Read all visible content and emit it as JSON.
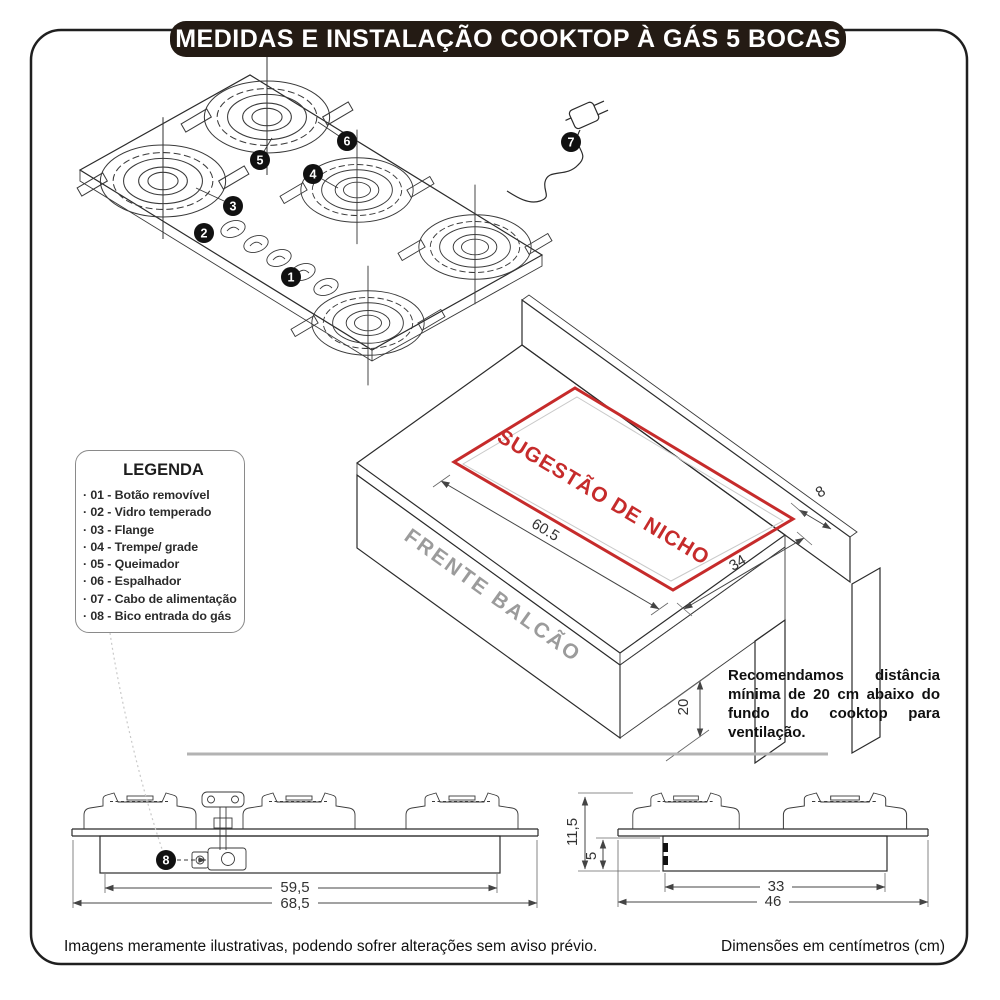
{
  "title": "MEDIDAS E INSTALAÇÃO COOKTOP À GÁS 5 BOCAS",
  "legend": {
    "title": "LEGENDA",
    "items": [
      "· 01 - Botão removível",
      "· 02 - Vidro temperado",
      "· 03 - Flange",
      "· 04 - Trempe/ grade",
      "· 05 - Queimador",
      "· 06 - Espalhador",
      "· 07 - Cabo de alimentação",
      "· 08 - Bico entrada do gás"
    ]
  },
  "callouts": [
    "1",
    "2",
    "3",
    "4",
    "5",
    "6",
    "7",
    "8"
  ],
  "counter": {
    "niche_label": "SUGESTÃO DE NICHO",
    "front_label": "FRENTE BALCÃO",
    "dim_width": "60.5",
    "dim_depth": "34",
    "dim_gap": "8",
    "dim_clearance": "20"
  },
  "recommendation": "Recomendamos distância mínima de 20 cm abaixo do fundo do cooktop para ventilação.",
  "front_view": {
    "dim_inner": "59,5",
    "dim_outer": "68,5"
  },
  "side_view": {
    "dim_total_height": "11,5",
    "dim_body_height": "5",
    "dim_inner": "33",
    "dim_outer": "46"
  },
  "footer": {
    "left": "Imagens meramente ilustrativas, podendo sofrer alterações sem aviso prévio.",
    "right": "Dimensões em centímetros (cm)"
  },
  "colors": {
    "accent_red": "#c62b2b",
    "banner_bg": "#241b14",
    "gray_label": "#9b9b9b"
  }
}
